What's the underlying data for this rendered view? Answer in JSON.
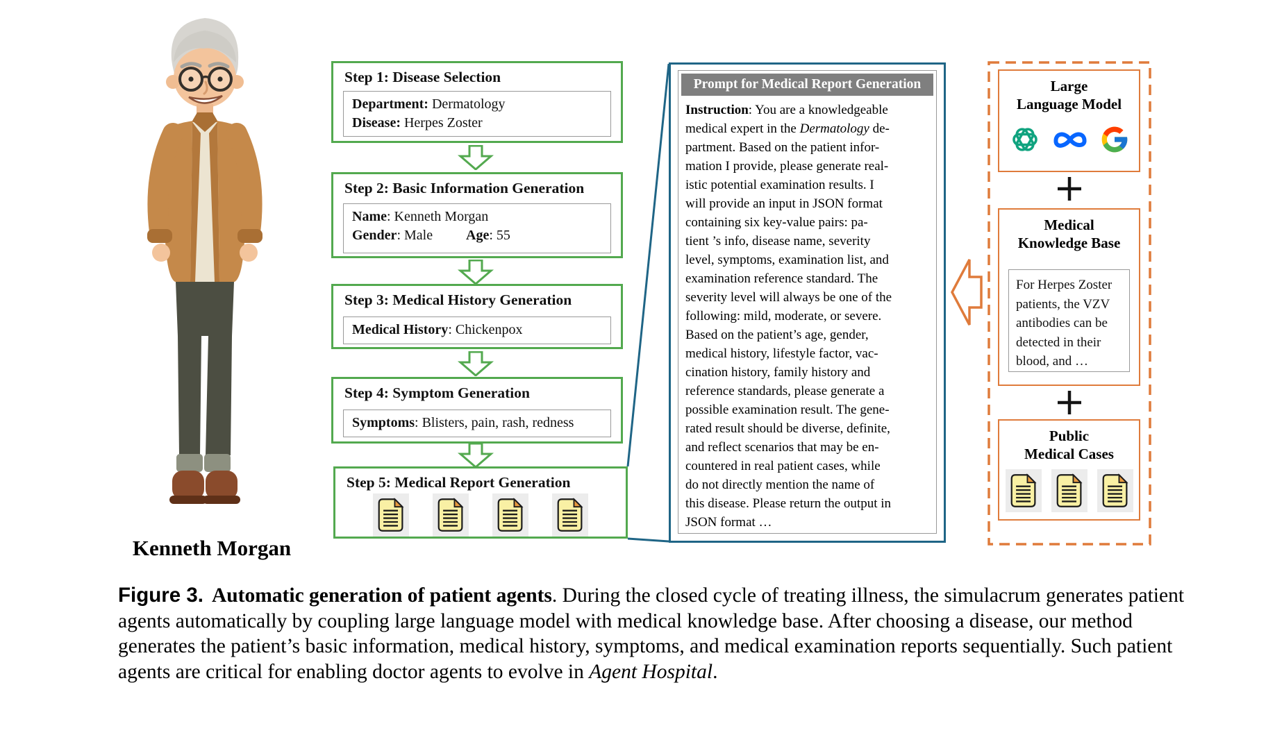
{
  "figure": {
    "character_name": "Kenneth Morgan",
    "flowchart": {
      "steps": [
        {
          "title": "Step 1: Disease Selection",
          "fields": [
            {
              "label": "Department:",
              "value": " Dermatology"
            },
            {
              "label": "Disease:",
              "value": " Herpes Zoster"
            }
          ]
        },
        {
          "title": "Step 2: Basic Information Generation",
          "fields": [
            {
              "label": "Name",
              "value": ": Kenneth Morgan"
            },
            {
              "label": "Gender",
              "value": ": Male"
            },
            {
              "label": "Age",
              "value": ": 55"
            }
          ]
        },
        {
          "title": "Step 3: Medical History Generation",
          "fields": [
            {
              "label": "Medical History",
              "value": ": Chickenpox"
            }
          ]
        },
        {
          "title": "Step 4: Symptom Generation",
          "fields": [
            {
              "label": "Symptoms",
              "value": ": Blisters, pain, rash, redness"
            }
          ]
        },
        {
          "title": "Step 5: Medical Report Generation",
          "doc_count": 4
        }
      ]
    },
    "prompt": {
      "header": "Prompt for Medical Report Generation",
      "lines": [
        [
          {
            "t": "Instruction",
            "s": "b"
          },
          {
            "t": ": You are a knowledgeable",
            "s": ""
          }
        ],
        [
          {
            "t": "medical expert in the ",
            "s": ""
          },
          {
            "t": "Dermatology",
            "s": "i"
          },
          {
            "t": " de-",
            "s": ""
          }
        ],
        [
          {
            "t": "partment. Based on the patient infor-",
            "s": ""
          }
        ],
        [
          {
            "t": "mation I provide, please generate real-",
            "s": ""
          }
        ],
        [
          {
            "t": "istic potential examination results. I",
            "s": ""
          }
        ],
        [
          {
            "t": "will provide an input in JSON format",
            "s": ""
          }
        ],
        [
          {
            "t": "containing six key-value pairs: pa-",
            "s": ""
          }
        ],
        [
          {
            "t": "tient ’s info, disease name, severity",
            "s": ""
          }
        ],
        [
          {
            "t": "level, symptoms, examination list, and",
            "s": ""
          }
        ],
        [
          {
            "t": "examination reference standard. The",
            "s": ""
          }
        ],
        [
          {
            "t": "severity level will always be one of the",
            "s": ""
          }
        ],
        [
          {
            "t": "following: mild, moderate, or severe.",
            "s": ""
          }
        ],
        [
          {
            "t": "Based on the patient’s age, gender,",
            "s": ""
          }
        ],
        [
          {
            "t": "medical history, lifestyle factor, vac-",
            "s": ""
          }
        ],
        [
          {
            "t": "cination history, family history and",
            "s": ""
          }
        ],
        [
          {
            "t": "reference standards, please generate a",
            "s": ""
          }
        ],
        [
          {
            "t": "possible examination result. The gene-",
            "s": ""
          }
        ],
        [
          {
            "t": "rated result should be diverse, definite,",
            "s": ""
          }
        ],
        [
          {
            "t": "and reflect scenarios that may be en-",
            "s": ""
          }
        ],
        [
          {
            "t": "countered in real patient cases, while",
            "s": ""
          }
        ],
        [
          {
            "t": "do not directly mention the name of",
            "s": ""
          }
        ],
        [
          {
            "t": "this disease. Please return the output in",
            "s": ""
          }
        ],
        [
          {
            "t": "JSON format …",
            "s": ""
          }
        ]
      ]
    },
    "panel": {
      "plus": "+",
      "llm": {
        "title_line1": "Large",
        "title_line2": "Language Model",
        "logos": [
          "openai-icon",
          "meta-icon",
          "google-icon"
        ]
      },
      "mkb": {
        "title_line1": "Medical",
        "title_line2": "Knowledge Base",
        "note": "For Herpes Zoster patients, the VZV antibodies can be detected in their blood, and …"
      },
      "pmc": {
        "title_line1": "Public",
        "title_line2": "Medical Cases",
        "doc_count": 3
      }
    },
    "caption": {
      "segments": [
        {
          "t": "Figure 3.",
          "s": "figlabel"
        },
        {
          "t": "Automatic generation of patient agents",
          "s": "bold"
        },
        {
          "t": ". During the closed cycle of treating illness, the simulacrum generates patient agents automatically by coupling large language model with medical knowledge base. After choosing a disease, our method generates the patient’s basic information, medical history, symptoms, and medical examination reports sequentially. Such patient agents are critical for enabling doctor agents to evolve in ",
          "s": ""
        },
        {
          "t": "Agent Hospital",
          "s": "italic"
        },
        {
          "t": ".",
          "s": ""
        }
      ]
    },
    "colors": {
      "green": "#53a94f",
      "blue": "#1f6586",
      "orange": "#df7b3b",
      "header_gray": "#7f7f7f",
      "doc_yellow": "#f9f0a4",
      "doc_fold": "#e89a40"
    }
  }
}
